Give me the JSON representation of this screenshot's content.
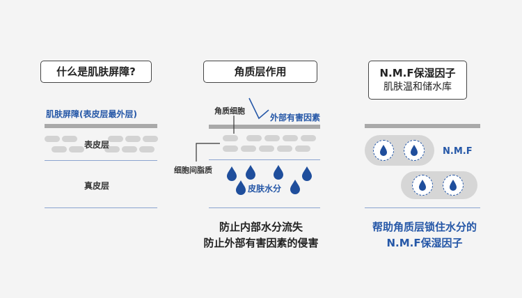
{
  "panel1": {
    "title": "什么是肌肤屏障?",
    "barrier_label": "肌肤屏障(表皮层最外层)",
    "epidermis_label": "表皮层",
    "dermis_label": "真皮层"
  },
  "panel2": {
    "title": "角质层作用",
    "keratinocyte_label": "角质细胞",
    "external_harm_label": "外部有害因素",
    "lipid_label": "细胞间脂质",
    "skin_water_label": "皮肤水分",
    "bottom_line1": "防止内部水分流失",
    "bottom_line2": "防止外部有害因素的侵害"
  },
  "panel3": {
    "title_line1": "N.M.F保湿因子",
    "title_line2": "肌肤温和储水库",
    "nmf_label": "N.M.F",
    "bottom_line1": "帮助角质层锁住水分的",
    "bottom_line2": "N.M.F保湿因子"
  },
  "colors": {
    "accent_blue": "#2557a7",
    "bar_gray": "#a9a9a9",
    "cell_gray": "#d3d3d3"
  }
}
